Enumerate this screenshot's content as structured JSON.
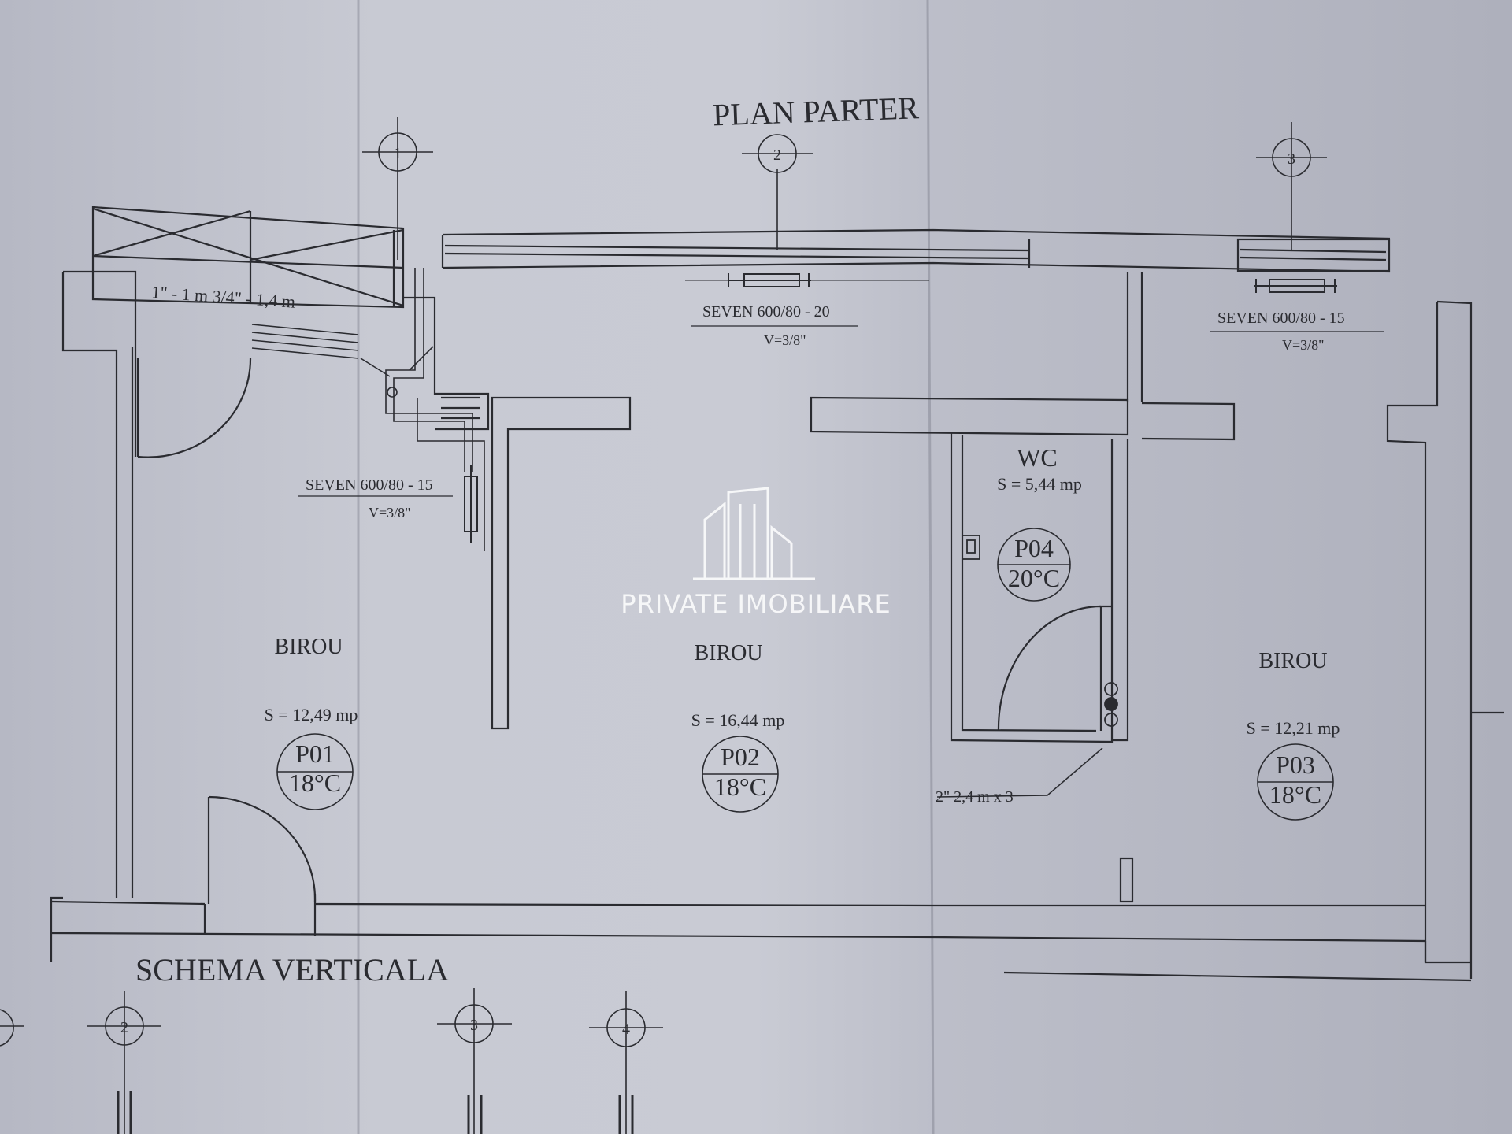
{
  "plan": {
    "title": "PLAN PARTER",
    "axes": [
      {
        "label": "1"
      },
      {
        "label": "2"
      },
      {
        "label": "3"
      }
    ],
    "pipe_notes": {
      "main_pipe": "1\" - 1 m  3/4\" - 1,4 m",
      "riser_pipe": "2\" 2,4 m x 3"
    },
    "radiators": [
      {
        "model": "SEVEN 600/80 - 20",
        "valve": "V=3/8\""
      },
      {
        "model": "SEVEN 600/80 - 15",
        "valve": "V=3/8\""
      },
      {
        "model": "SEVEN 600/80 - 15",
        "valve": "V=3/8\""
      }
    ],
    "rooms": [
      {
        "name": "BIROU",
        "area": "S = 12,49 mp",
        "code": "P01",
        "temp": "18°C"
      },
      {
        "name": "BIROU",
        "area": "S = 16,44 mp",
        "code": "P02",
        "temp": "18°C"
      },
      {
        "name": "BIROU",
        "area": "S = 12,21 mp",
        "code": "P03",
        "temp": "18°C"
      },
      {
        "name": "WC",
        "area": "S = 5,44 mp",
        "code": "P04",
        "temp": "20°C"
      }
    ]
  },
  "schema": {
    "title": "SCHEMA VERTICALA",
    "axes": [
      {
        "label": "2"
      },
      {
        "label": "3"
      },
      {
        "label": "4"
      }
    ]
  },
  "watermark": {
    "text": "PRIVATE IMOBILIARE",
    "icon": "building-logo-icon"
  },
  "colors": {
    "paper": "#c4c6d0",
    "line": "#2a2b30",
    "wall_fill": "#d2d3dc",
    "watermark": "#ffffff"
  }
}
